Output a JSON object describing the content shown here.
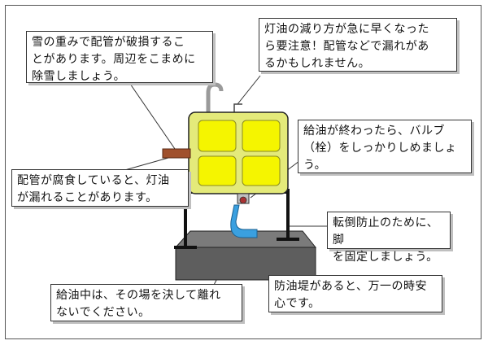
{
  "callouts": {
    "snow": "雪の重みで配管が破損するこ\nとがあります。周辺をこまめに\n除雪しましょう。",
    "consumption": "灯油の減り方が急に早くなった\nら要注意！配管などで漏れがあ\nるかもしれません。",
    "valve": "給油が終わったら、バルブ\n（栓）をしっかりしめましょ\nう。",
    "corrosion": "配管が腐食していると、灯油\nが漏れることがあります。",
    "legs": "転倒防止のために、脚\nを固定しましょう。",
    "attend": "給油中は、その場を決して離れ\nないでください。",
    "dike": "防油堤があると、万一の時安\n心です。"
  },
  "colors": {
    "tank": "#e4ea7a",
    "tank_panel": "#f5f500",
    "pipe": "#a0502c",
    "dike": "#6a6a6a",
    "oil": "#3aa0e0",
    "stand": "#111111"
  }
}
